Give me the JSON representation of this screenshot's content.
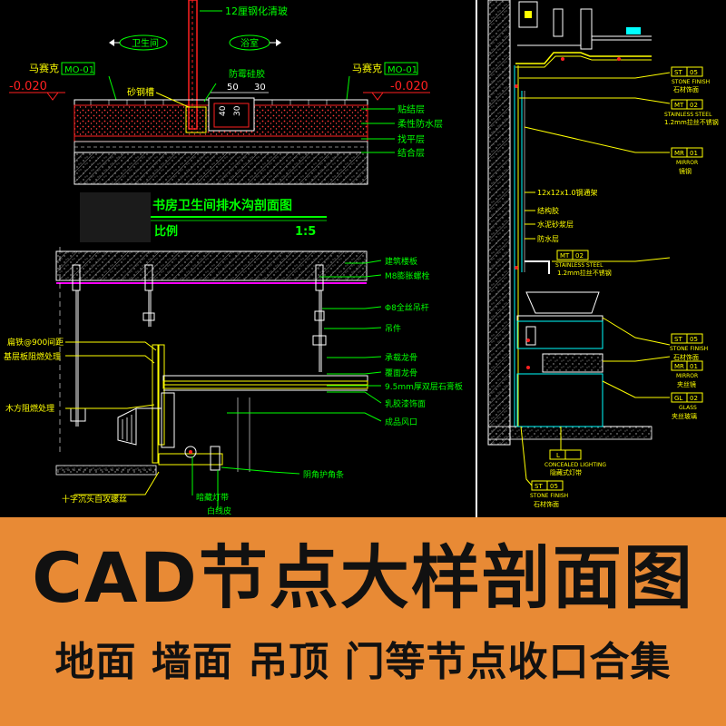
{
  "colors": {
    "background": "#e88a35",
    "cad_bg": "#000000",
    "yellow": "#ffff00",
    "green": "#00ff00",
    "cyan": "#00ffff",
    "red": "#ff2020",
    "white": "#ffffff",
    "magenta": "#ff00ff"
  },
  "drawing_top": {
    "glass_label": "12厘钢化清玻",
    "room_left": "卫生间",
    "room_right": "浴室",
    "floor_left": "马赛克",
    "floor_right": "马赛克",
    "tag_left": "MO-01",
    "tag_right": "MO-01",
    "level_left": "-0.020",
    "level_right": "-0.020",
    "stone_label": "砂钢槽",
    "sealant_label": "防霉硅胶",
    "dim_50": "50",
    "dim_30": "30",
    "dim_40": "40",
    "dim_30b": "30",
    "layers": [
      "贴结层",
      "柔性防水层",
      "找平层",
      "结合层"
    ]
  },
  "title_block": {
    "title": "书房卫生间排水沟剖面图",
    "scale_label": "比例",
    "scale_value": "1:5"
  },
  "drawing_ceiling": {
    "right_labels": [
      "建筑楼板",
      "M8膨胀螺栓",
      "Φ8全丝吊杆",
      "吊件",
      "承载龙骨",
      "覆面龙骨",
      "9.5mm厚双层石膏板",
      "乳胶漆饰面",
      "成品风口",
      "阴角护角条",
      "暗藏灯带",
      "白线皮"
    ],
    "left_labels": [
      "扁铁@900间距",
      "基层板阻燃处理",
      "木方阻燃处理"
    ],
    "bottom_label": "十字沉头自攻螺丝"
  },
  "drawing_wall": {
    "tags": [
      {
        "code": "ST",
        "num": "05",
        "desc": "STONE FINISH",
        "cn": "石材饰面"
      },
      {
        "code": "MT",
        "num": "02",
        "desc": "STAINLESS STEEL",
        "cn": "1.2mm拉丝不锈钢"
      },
      {
        "code": "MR",
        "num": "01",
        "desc": "MIRROR",
        "cn": "镜钢"
      },
      {
        "code": "MT",
        "num": "02",
        "desc": "STAINLESS STEEL",
        "cn": "1.2mm拉丝不锈钢"
      },
      {
        "code": "ST",
        "num": "05",
        "desc": "STONE FINISH",
        "cn": "石材饰面"
      },
      {
        "code": "MR",
        "num": "01",
        "desc": "MIRROR",
        "cn": "夹丝镜"
      },
      {
        "code": "GL",
        "num": "02",
        "desc": "GLASS",
        "cn": "夹丝玻璃"
      },
      {
        "code": "L",
        "num": "",
        "desc": "CONCEALED LIGHTING",
        "cn": "隐藏式灯带"
      },
      {
        "code": "ST",
        "num": "05",
        "desc": "STONE FINISH",
        "cn": "石材饰面"
      }
    ],
    "layer_labels": [
      "12x12x1.0钢通架",
      "结构胶",
      "水泥砂浆层",
      "防水层"
    ]
  },
  "banner": {
    "title": "CAD节点大样剖面图",
    "subtitle": "地面  墙面  吊顶 门等节点收口合集"
  }
}
